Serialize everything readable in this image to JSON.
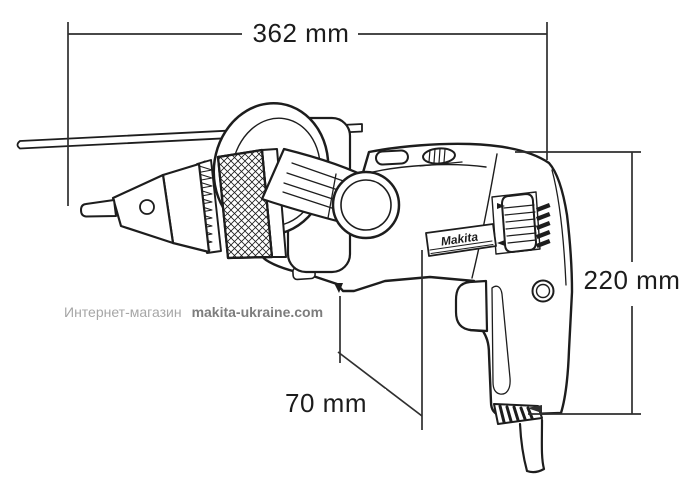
{
  "drill": {
    "brand_label": "Makita"
  },
  "dimensions": {
    "width_label": "362 mm",
    "height_label": "220 mm",
    "grip_label": "70 mm"
  },
  "watermark": {
    "prefix": "Интернет-магазин",
    "site": "makita-ukraine.com"
  },
  "colors": {
    "line": "#1d1d1d",
    "dimension_line": "#2f2f2f",
    "watermark_prefix": "#a6a6a6",
    "watermark_site": "#7d7d7d",
    "background": "#ffffff"
  }
}
